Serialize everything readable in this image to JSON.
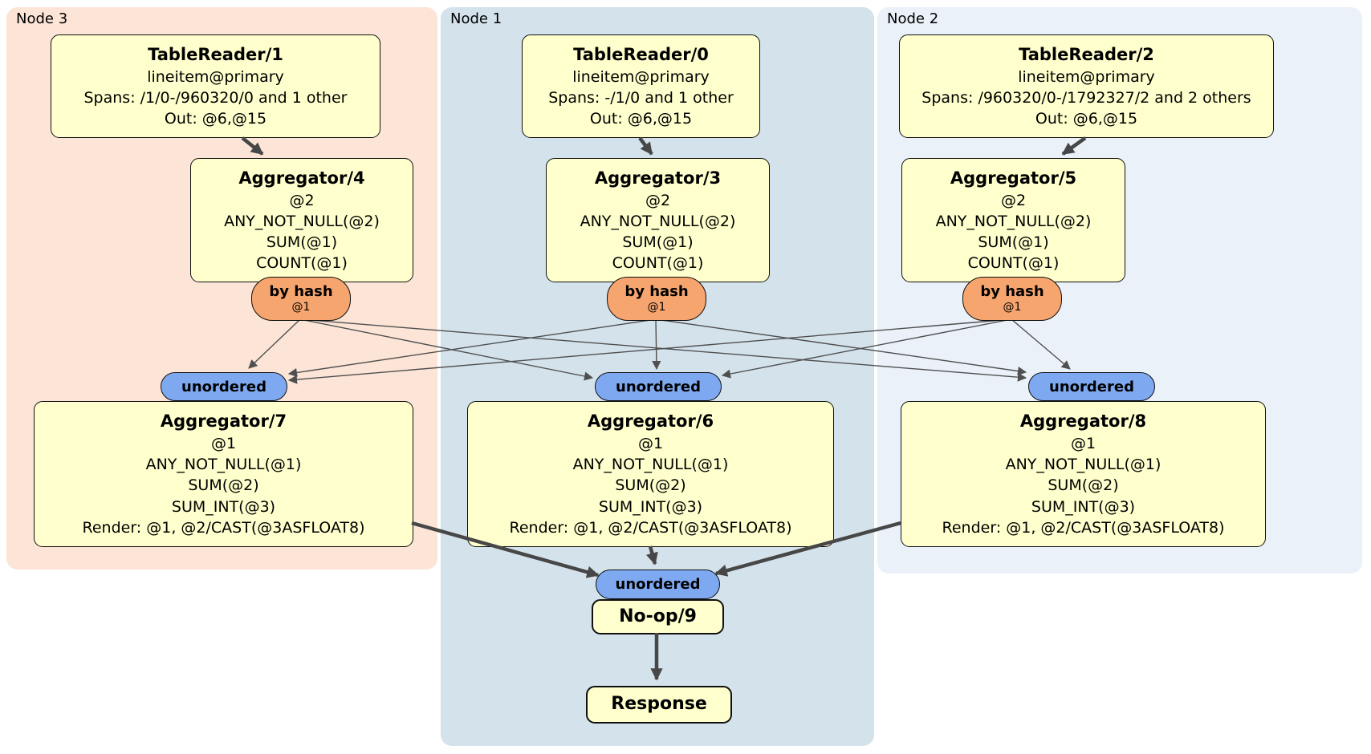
{
  "diagram": {
    "regions": [
      {
        "label": "Node 3"
      },
      {
        "label": "Node 1"
      },
      {
        "label": "Node 2"
      }
    ],
    "colors": {
      "node3_bg": "#fce4d6",
      "node1_bg": "#d4e2eb",
      "node2_bg": "#eaf1f9",
      "processor_bg": "#ffffcd",
      "router_bg": "#f7a56e",
      "sync_bg": "#7ea9f1",
      "edge": "#4f4f4f"
    },
    "processors": {
      "tr1": {
        "title": "TableReader/1",
        "lines": [
          "lineitem@primary",
          "Spans: /1/0-/960320/0 and 1 other",
          "Out: @6,@15"
        ]
      },
      "tr0": {
        "title": "TableReader/0",
        "lines": [
          "lineitem@primary",
          "Spans: -/1/0 and 1 other",
          "Out: @6,@15"
        ]
      },
      "tr2": {
        "title": "TableReader/2",
        "lines": [
          "lineitem@primary",
          "Spans: /960320/0-/1792327/2 and 2 others",
          "Out: @6,@15"
        ]
      },
      "agg4": {
        "title": "Aggregator/4",
        "lines": [
          "@2",
          "ANY_NOT_NULL(@2)",
          "SUM(@1)",
          "COUNT(@1)"
        ]
      },
      "agg3": {
        "title": "Aggregator/3",
        "lines": [
          "@2",
          "ANY_NOT_NULL(@2)",
          "SUM(@1)",
          "COUNT(@1)"
        ]
      },
      "agg5": {
        "title": "Aggregator/5",
        "lines": [
          "@2",
          "ANY_NOT_NULL(@2)",
          "SUM(@1)",
          "COUNT(@1)"
        ]
      },
      "agg7": {
        "title": "Aggregator/7",
        "lines": [
          "@1",
          "ANY_NOT_NULL(@1)",
          "SUM(@2)",
          "SUM_INT(@3)",
          "Render: @1, @2/CAST(@3ASFLOAT8)"
        ]
      },
      "agg6": {
        "title": "Aggregator/6",
        "lines": [
          "@1",
          "ANY_NOT_NULL(@1)",
          "SUM(@2)",
          "SUM_INT(@3)",
          "Render: @1, @2/CAST(@3ASFLOAT8)"
        ]
      },
      "agg8": {
        "title": "Aggregator/8",
        "lines": [
          "@1",
          "ANY_NOT_NULL(@1)",
          "SUM(@2)",
          "SUM_INT(@3)",
          "Render: @1, @2/CAST(@3ASFLOAT8)"
        ]
      },
      "noop": {
        "title": "No-op/9"
      },
      "response": {
        "title": "Response"
      }
    },
    "router": {
      "label": "by hash",
      "key": "@1"
    },
    "sync": {
      "label": "unordered"
    }
  }
}
